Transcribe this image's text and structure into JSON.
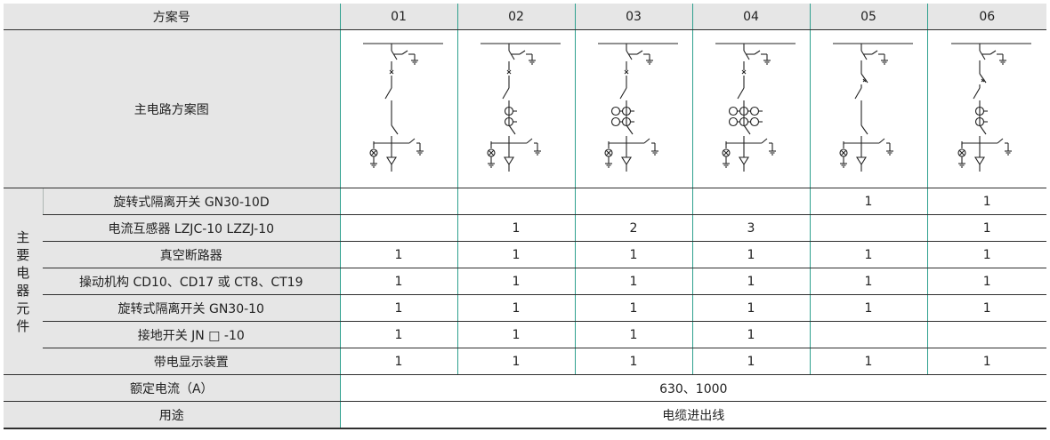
{
  "header": {
    "title": "方案号",
    "schemes": [
      "01",
      "02",
      "03",
      "04",
      "05",
      "06"
    ]
  },
  "diagram_row": {
    "label": "主电路方案图",
    "diagrams": [
      {
        "scheme": "01",
        "ct_count": 0,
        "top_isolator": false
      },
      {
        "scheme": "02",
        "ct_count": 1,
        "top_isolator": false
      },
      {
        "scheme": "03",
        "ct_count": 2,
        "top_isolator": false
      },
      {
        "scheme": "04",
        "ct_count": 3,
        "top_isolator": false
      },
      {
        "scheme": "05",
        "ct_count": 0,
        "top_isolator": true
      },
      {
        "scheme": "06",
        "ct_count": 1,
        "top_isolator": true
      }
    ]
  },
  "components": {
    "group_label": "主要电器元件",
    "rows": [
      {
        "name": "旋转式隔离开关 GN30-10D",
        "values": [
          "",
          "",
          "",
          "",
          "1",
          "1"
        ]
      },
      {
        "name": "电流互感器 LZJC-10 LZZJ-10",
        "values": [
          "",
          "1",
          "2",
          "3",
          "",
          "1"
        ]
      },
      {
        "name": "真空断路器",
        "values": [
          "1",
          "1",
          "1",
          "1",
          "1",
          "1"
        ]
      },
      {
        "name": "操动机构 CD10、CD17 或 CT8、CT19",
        "values": [
          "1",
          "1",
          "1",
          "1",
          "1",
          "1"
        ]
      },
      {
        "name": "旋转式隔离开关 GN30-10",
        "values": [
          "1",
          "1",
          "1",
          "1",
          "1",
          "1"
        ]
      },
      {
        "name": "接地开关 JN □ -10",
        "values": [
          "1",
          "1",
          "1",
          "1",
          "",
          ""
        ]
      },
      {
        "name": "带电显示装置",
        "values": [
          "1",
          "1",
          "1",
          "1",
          "1",
          "1"
        ]
      }
    ]
  },
  "rated_current": {
    "label": "额定电流（A）",
    "value": "630、1000"
  },
  "usage": {
    "label": "用途",
    "value": "电缆进出线"
  }
}
